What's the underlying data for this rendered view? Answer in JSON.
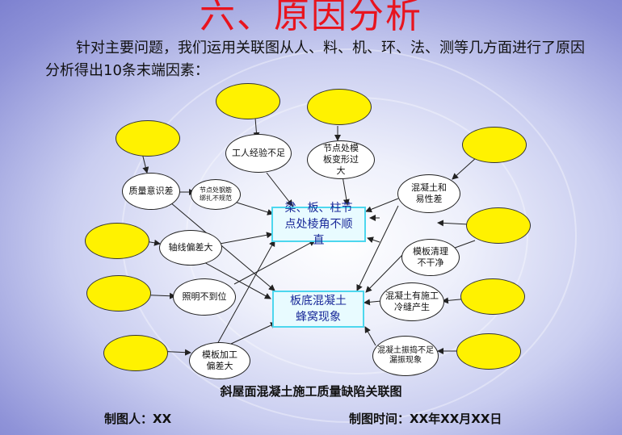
{
  "title": "六、原因分析",
  "intro": "针对主要问题，我们运用关联图从人、料、机、环、法、测等几方面进行了原因分析得出10条末端因素：",
  "central": {
    "problem_1": "梁、板、柱节点处棱角不顺直",
    "problem_2": "板底混凝土蜂窝现象"
  },
  "causes": {
    "zhiliang": "质量意识差",
    "jiedian_gangjin": "节点处钢筋绑扎不规范",
    "gongren": "工人经验不足",
    "moban_bianxing": "节点处模板变形过大",
    "hunningtu_hexing": "混凝土和易性差",
    "zhouxian": "轴线偏差大",
    "moban_qingli": "模板清理不干净",
    "zhaoming": "照明不到位",
    "shigongfeng": "混凝土有施工冷缝产生",
    "moban_jiagong": "模板加工偏差大",
    "zhendao": "混凝土振捣不足漏振现象"
  },
  "caption": "斜屋面混凝土施工质量缺陷关联图",
  "footer": {
    "author": "制图人：XX",
    "date": "制图时间：XX年XX月XX日"
  },
  "colors": {
    "title": "#e8141e",
    "end_factor": "#fff200",
    "central_border": "#4dd7ee",
    "central_text": "#1a2a99"
  }
}
